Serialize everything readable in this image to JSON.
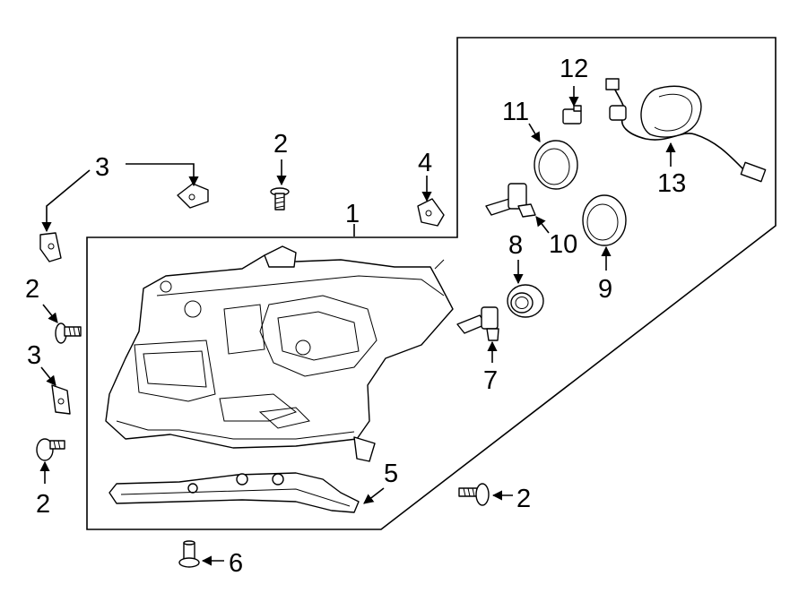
{
  "callouts": [
    {
      "id": "c1",
      "label": "1"
    },
    {
      "id": "c2a",
      "label": "2"
    },
    {
      "id": "c2b",
      "label": "2"
    },
    {
      "id": "c2c",
      "label": "2"
    },
    {
      "id": "c2d",
      "label": "2"
    },
    {
      "id": "c3a",
      "label": "3"
    },
    {
      "id": "c3b",
      "label": "3"
    },
    {
      "id": "c4",
      "label": "4"
    },
    {
      "id": "c5",
      "label": "5"
    },
    {
      "id": "c6",
      "label": "6"
    },
    {
      "id": "c7",
      "label": "7"
    },
    {
      "id": "c8",
      "label": "8"
    },
    {
      "id": "c9",
      "label": "9"
    },
    {
      "id": "c10",
      "label": "10"
    },
    {
      "id": "c11",
      "label": "11"
    },
    {
      "id": "c12",
      "label": "12"
    },
    {
      "id": "c13",
      "label": "13"
    }
  ]
}
